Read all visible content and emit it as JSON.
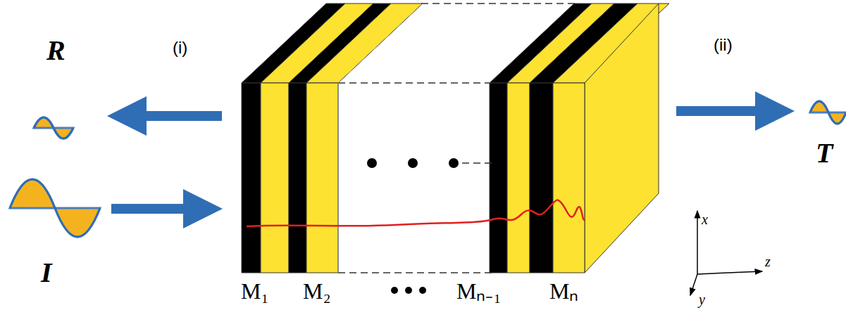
{
  "diagram": {
    "labels": [
      "R",
      "(i)",
      "I",
      "(ii)",
      "T",
      "M₁",
      "M₂",
      "Mₙ₋₁",
      "Mₙ",
      "x",
      "z",
      "y"
    ]
  }
}
